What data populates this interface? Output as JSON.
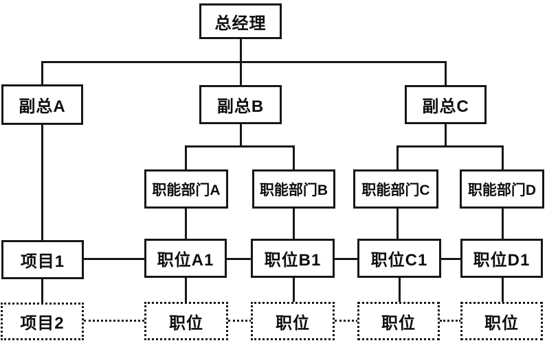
{
  "diagram": {
    "type": "org-chart-matrix",
    "colors": {
      "line": "#161616",
      "background": "#ffffff",
      "text": "#0d0d0d"
    },
    "nodes": {
      "gm": {
        "label": "总经理"
      },
      "vp_a": {
        "label": "副总A"
      },
      "vp_b": {
        "label": "副总B"
      },
      "vp_c": {
        "label": "副总C"
      },
      "dept_a": {
        "label": "职能部门A"
      },
      "dept_b": {
        "label": "职能部门B"
      },
      "dept_c": {
        "label": "职能部门C"
      },
      "dept_d": {
        "label": "职能部门D"
      },
      "proj_1": {
        "label": "项目1"
      },
      "pos_a1": {
        "label": "职位A1"
      },
      "pos_b1": {
        "label": "职位B1"
      },
      "pos_c1": {
        "label": "职位C1"
      },
      "pos_d1": {
        "label": "职位D1"
      },
      "proj_2": {
        "label": "项目2"
      },
      "pos_2a": {
        "label": "职位"
      },
      "pos_2b": {
        "label": "职位"
      },
      "pos_2c": {
        "label": "职位"
      },
      "pos_2d": {
        "label": "职位"
      }
    },
    "edges": [
      {
        "from": "gm",
        "to": "vp_a",
        "style": "solid"
      },
      {
        "from": "gm",
        "to": "vp_b",
        "style": "solid"
      },
      {
        "from": "gm",
        "to": "vp_c",
        "style": "solid"
      },
      {
        "from": "vp_a",
        "to": "proj_1",
        "style": "solid"
      },
      {
        "from": "vp_b",
        "to": "dept_a",
        "style": "solid"
      },
      {
        "from": "vp_b",
        "to": "dept_b",
        "style": "solid"
      },
      {
        "from": "vp_c",
        "to": "dept_c",
        "style": "solid"
      },
      {
        "from": "vp_c",
        "to": "dept_d",
        "style": "solid"
      },
      {
        "from": "dept_a",
        "to": "pos_a1",
        "style": "solid"
      },
      {
        "from": "dept_b",
        "to": "pos_b1",
        "style": "solid"
      },
      {
        "from": "dept_c",
        "to": "pos_c1",
        "style": "solid"
      },
      {
        "from": "dept_d",
        "to": "pos_d1",
        "style": "solid"
      },
      {
        "from": "proj_1",
        "to": "pos_a1",
        "style": "solid"
      },
      {
        "from": "pos_a1",
        "to": "pos_b1",
        "style": "solid"
      },
      {
        "from": "pos_b1",
        "to": "pos_c1",
        "style": "solid"
      },
      {
        "from": "pos_c1",
        "to": "pos_d1",
        "style": "solid"
      },
      {
        "from": "proj_1",
        "to": "proj_2",
        "style": "solid"
      },
      {
        "from": "pos_a1",
        "to": "pos_2a",
        "style": "solid"
      },
      {
        "from": "pos_b1",
        "to": "pos_2b",
        "style": "solid"
      },
      {
        "from": "pos_c1",
        "to": "pos_2c",
        "style": "solid"
      },
      {
        "from": "pos_d1",
        "to": "pos_2d",
        "style": "solid"
      },
      {
        "from": "proj_2",
        "to": "pos_2a",
        "style": "dotted"
      },
      {
        "from": "pos_2a",
        "to": "pos_2b",
        "style": "dotted"
      },
      {
        "from": "pos_2b",
        "to": "pos_2c",
        "style": "dotted"
      },
      {
        "from": "pos_2c",
        "to": "pos_2d",
        "style": "dotted"
      }
    ]
  }
}
